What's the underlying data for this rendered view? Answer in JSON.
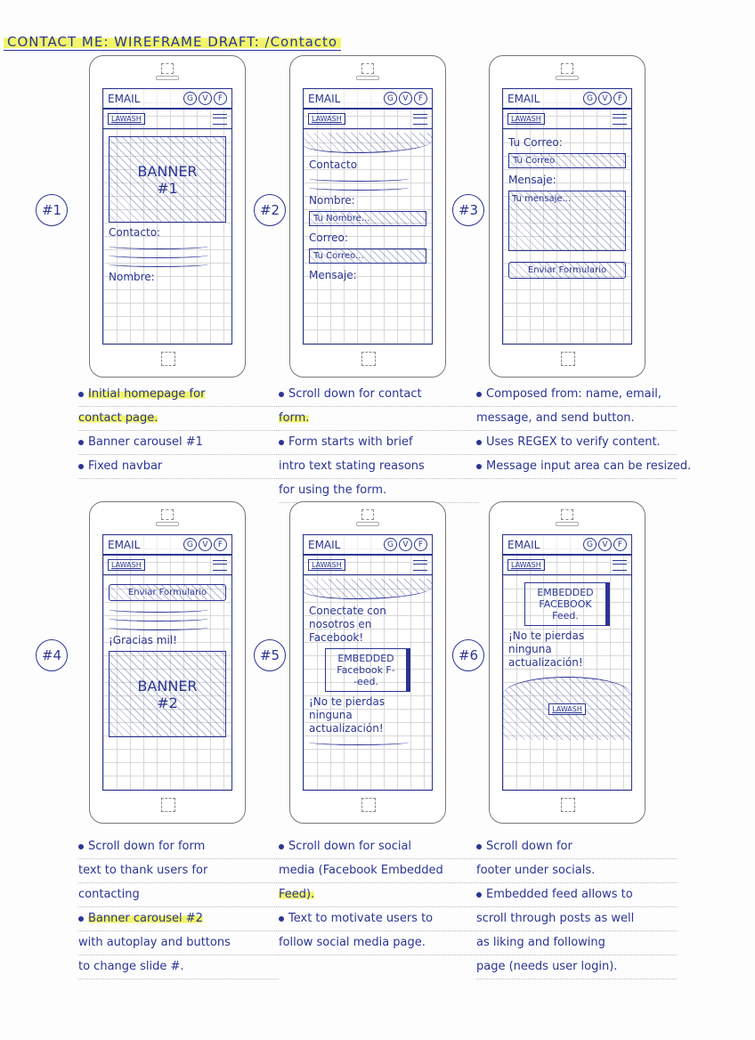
{
  "title": "CONTACT ME: WIREFRAME DRAFT: /Contacto",
  "colors": {
    "ink": "#2a3593",
    "highlight": "#f2f56a"
  },
  "header": {
    "email": "EMAIL",
    "social": [
      "G",
      "V",
      "F"
    ],
    "logo": "LAWASH"
  },
  "phones": [
    {
      "label": "#1",
      "content": [
        {
          "t": "banner",
          "text": "BANNER\n#1"
        },
        {
          "t": "txt",
          "text": "Contacto:"
        },
        {
          "t": "wave"
        },
        {
          "t": "wave"
        },
        {
          "t": "wave"
        },
        {
          "t": "txt",
          "text": "Nombre:"
        }
      ]
    },
    {
      "label": "#2",
      "content": [
        {
          "t": "wb"
        },
        {
          "t": "txt",
          "text": "Contacto"
        },
        {
          "t": "wave"
        },
        {
          "t": "wave"
        },
        {
          "t": "txt",
          "text": "Nombre:"
        },
        {
          "t": "input",
          "text": "Tu Nombre..."
        },
        {
          "t": "txt",
          "text": "Correo:"
        },
        {
          "t": "input",
          "text": "Tu Correo..."
        },
        {
          "t": "txt",
          "text": "Mensaje:"
        }
      ]
    },
    {
      "label": "#3",
      "content": [
        {
          "t": "txt",
          "text": "Tu Correo:"
        },
        {
          "t": "input",
          "text": "Tu Correo"
        },
        {
          "t": "txt",
          "text": "Mensaje:"
        },
        {
          "t": "ta",
          "text": "Tu mensaje..."
        },
        {
          "t": "btn",
          "text": "Enviar Formulario"
        }
      ]
    },
    {
      "label": "#4",
      "content": [
        {
          "t": "btn",
          "text": "Enviar Formulario"
        },
        {
          "t": "wave"
        },
        {
          "t": "wave"
        },
        {
          "t": "wave"
        },
        {
          "t": "txt",
          "text": "¡Gracias mil!"
        },
        {
          "t": "banner",
          "text": "BANNER\n#2"
        }
      ]
    },
    {
      "label": "#5",
      "content": [
        {
          "t": "wb"
        },
        {
          "t": "txt",
          "text": "Conectate con nosotros en Facebook!"
        },
        {
          "t": "embed",
          "text": "EMBEDDED\nFacebook F-\n-eed."
        },
        {
          "t": "txt",
          "text": "¡No te pierdas ninguna actualización!"
        },
        {
          "t": "wave"
        }
      ]
    },
    {
      "label": "#6",
      "content": [
        {
          "t": "embed",
          "text": "EMBEDDED\nFACEBOOK\nFeed."
        },
        {
          "t": "txt",
          "text": "¡No te pierdas ninguna actualización!"
        },
        {
          "t": "footer",
          "text": "LAWASH"
        }
      ]
    }
  ],
  "notes": [
    [
      {
        "text": "Initial homepage for",
        "bullet": true,
        "hl": true
      },
      {
        "text": "contact page.",
        "hl": true
      },
      {
        "text": "Banner carousel #1",
        "bullet": true
      },
      {
        "text": "Fixed navbar",
        "bullet": true
      }
    ],
    [
      {
        "text": "Scroll down for contact",
        "bullet": true,
        "hl": false
      },
      {
        "text": "form.",
        "hl": true
      },
      {
        "text": "Form starts with brief",
        "bullet": true
      },
      {
        "text": "intro text stating reasons"
      },
      {
        "text": "for using the form."
      }
    ],
    [
      {
        "text": "Composed from: name, email,",
        "bullet": true
      },
      {
        "text": "message, and send button."
      },
      {
        "text": "Uses REGEX to verify content.",
        "bullet": true
      },
      {
        "text": "Message input area can be resized.",
        "bullet": true
      }
    ],
    [
      {
        "text": "Scroll down for form",
        "bullet": true
      },
      {
        "text": "text to thank users for"
      },
      {
        "text": "contacting"
      },
      {
        "text": "Banner carousel #2",
        "bullet": true,
        "hl": true
      },
      {
        "text": "with autoplay and buttons"
      },
      {
        "text": "to change slide #."
      }
    ],
    [
      {
        "text": "Scroll down for social",
        "bullet": true
      },
      {
        "text": "media (Facebook Embedded"
      },
      {
        "text": "Feed).",
        "hl": true
      },
      {
        "text": "Text to motivate users to",
        "bullet": true
      },
      {
        "text": "follow social media page."
      }
    ],
    [
      {
        "text": "Scroll down for",
        "bullet": true
      },
      {
        "text": "footer under socials.",
        "hl": false
      },
      {
        "text": "Embedded feed allows to",
        "bullet": true
      },
      {
        "text": "scroll through posts as well"
      },
      {
        "text": "as liking and following"
      },
      {
        "text": "page (needs user login)."
      }
    ]
  ]
}
